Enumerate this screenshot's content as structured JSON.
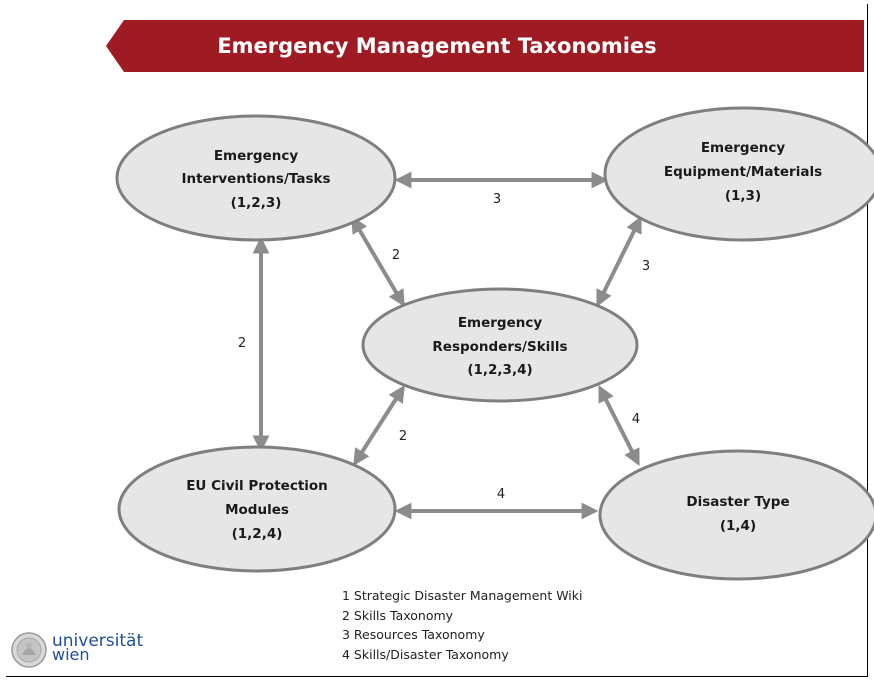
{
  "title": "Emergency Management Taxonomies",
  "nodes": {
    "interventions": [
      "Emergency",
      "Interventions/Tasks",
      "(1,2,3)"
    ],
    "equipment": [
      "Emergency",
      "Equipment/Materials",
      "(1,3)"
    ],
    "responders": [
      "Emergency",
      "Responders/Skills",
      "(1,2,3,4)"
    ],
    "eu_modules": [
      "EU Civil Protection",
      "Modules",
      "(1,2,4)"
    ],
    "disaster": [
      "Disaster Type",
      "(1,4)"
    ]
  },
  "edges": {
    "interventions_equipment": "3",
    "interventions_responders": "2",
    "equipment_responders": "3",
    "interventions_eu": "2",
    "eu_responders": "2",
    "responders_disaster": "4",
    "eu_disaster": "4"
  },
  "legend": [
    "1 Strategic Disaster Management Wiki",
    "2 Skills Taxonomy",
    "3 Resources Taxonomy",
    "4 Skills/Disaster Taxonomy"
  ],
  "logo": {
    "line1": "universität",
    "line2": "wien"
  },
  "colors": {
    "banner": "#9e1b24",
    "node_fill": "#e6e6e6",
    "node_stroke": "#7f7f7f",
    "arrow": "#8c8c8c"
  }
}
